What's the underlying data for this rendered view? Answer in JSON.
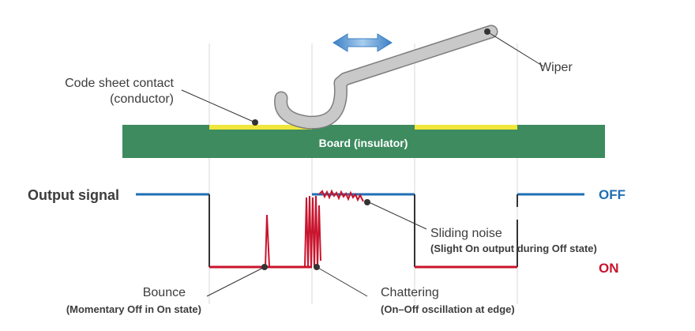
{
  "labels": {
    "code_sheet_contact": "Code sheet contact",
    "code_sheet_contact_sub": "(conductor)",
    "wiper": "Wiper",
    "board": "Board (insulator)",
    "output_signal": "Output signal",
    "off": "OFF",
    "on": "ON",
    "sliding_noise": "Sliding noise",
    "sliding_noise_sub": "(Slight On output during Off state)",
    "bounce": "Bounce",
    "bounce_sub": "(Momentary Off in On state)",
    "chattering": "Chattering",
    "chattering_sub": "(On–Off oscillation at edge)"
  },
  "colors": {
    "board": "#3d8b5f",
    "contact_pad": "#f0e63c",
    "off_line": "#1f6fb4",
    "on_line": "#c8142d",
    "arrow": "#5b9bd5",
    "wiper": "#c4c4c4",
    "text": "#3c3c3c"
  },
  "icons": {
    "motion_arrow": "double-arrow-icon"
  }
}
